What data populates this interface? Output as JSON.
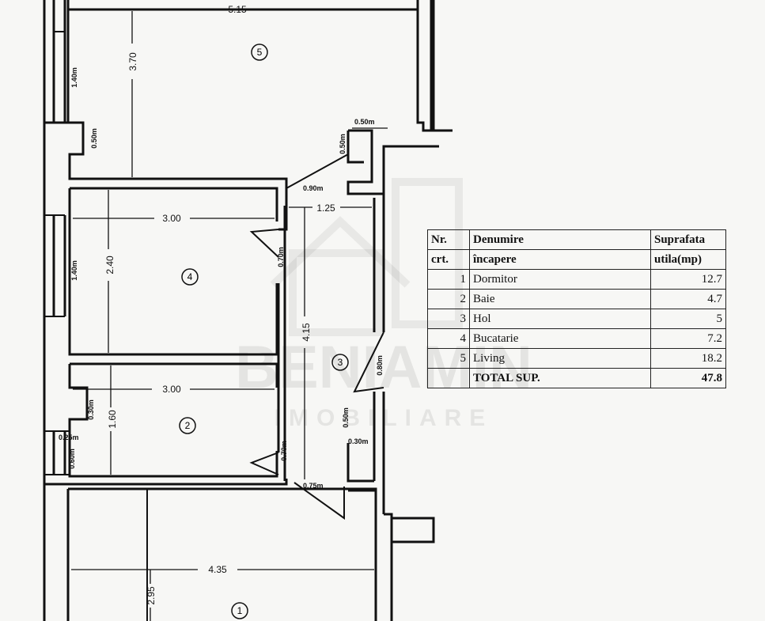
{
  "rooms": [
    {
      "nr": "1",
      "name": "Dormitor",
      "area": "12.7"
    },
    {
      "nr": "2",
      "name": "Baie",
      "area": "4.7"
    },
    {
      "nr": "3",
      "name": "Hol",
      "area": "5"
    },
    {
      "nr": "4",
      "name": "Bucatarie",
      "area": "7.2"
    },
    {
      "nr": "5",
      "name": "Living",
      "area": "18.2"
    }
  ],
  "table": {
    "h1a": "Nr.",
    "h1b": "crt.",
    "h2a": "Denumire",
    "h2b": "încapere",
    "h3a": "Suprafata",
    "h3b": "utila(mp)",
    "total_label": "TOTAL SUP.",
    "total_value": "47.8"
  },
  "dims": {
    "d515": "5.15",
    "d370": "3.70",
    "d140a": "1.40m",
    "d050a": "0.50m",
    "d050b": "0.50m",
    "d050c": "0.50m",
    "d090": "0.90m",
    "d125": "1.25",
    "d300a": "3.00",
    "d240": "2.40",
    "d140b": "1.40m",
    "d070a": "0.70m",
    "d415": "4.15",
    "d080": "0.80m",
    "d300b": "3.00",
    "d160": "1.60",
    "d030a": "0.30m",
    "d025": "0.25m",
    "d060": "0.60m",
    "d070b": "0.70m",
    "d075": "0.75m",
    "d050d": "0.50m",
    "d030b": "0.30m",
    "d435": "4.35",
    "d295": "2.95"
  },
  "watermark": {
    "brand": "BENIAMIN",
    "sub": "IMOBILIARE"
  }
}
